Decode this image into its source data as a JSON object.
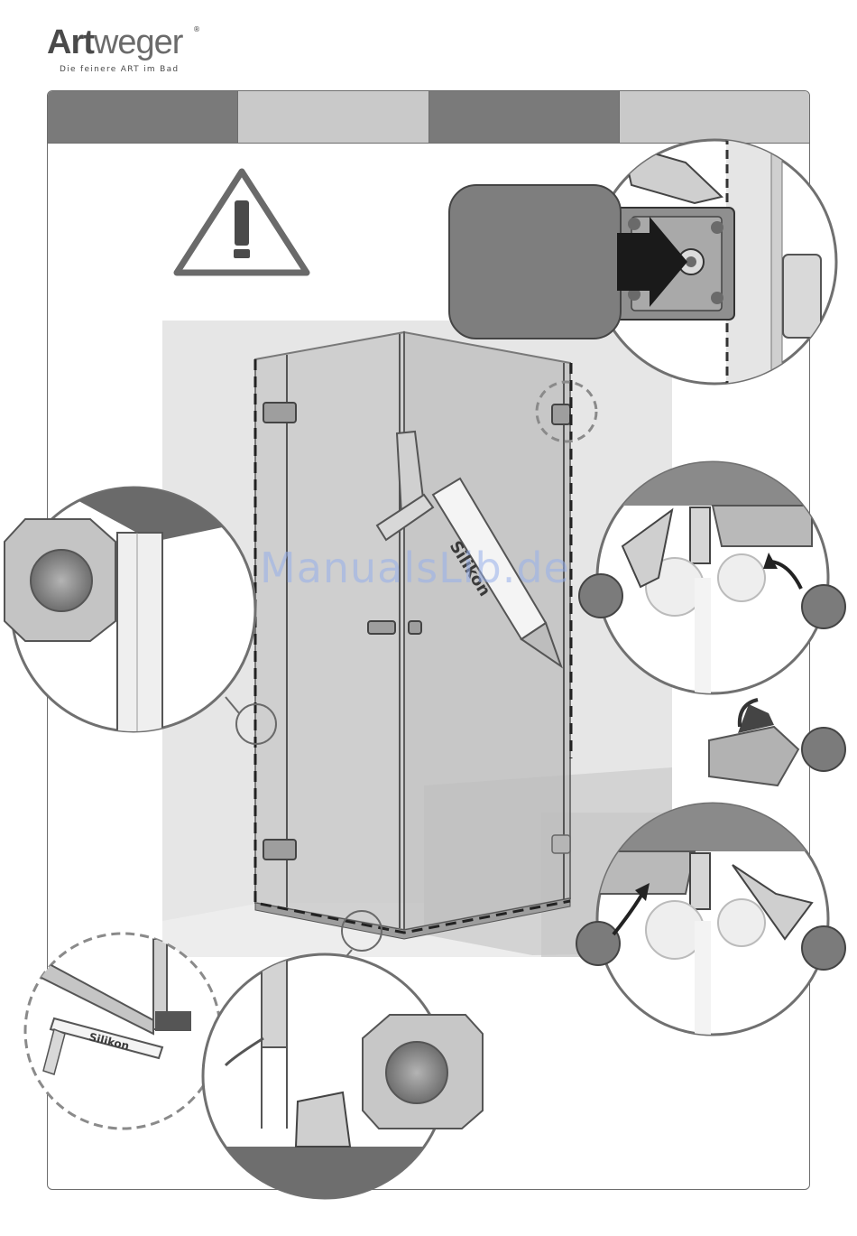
{
  "brand": {
    "name_bold": "Art",
    "name_light": "weger",
    "registered": "®",
    "tagline": "Die feinere ART im Bad"
  },
  "labels": {
    "silikon_main": "Silikon",
    "silikon_small": "Silikon"
  },
  "watermark": "ManualsLib.de",
  "colors": {
    "tab_dark": "#7a7a7a",
    "tab_light": "#c9c9c9",
    "outline": "#6d6d6d"
  },
  "icons": [
    "warning-icon",
    "arrow-right-icon",
    "curved-arrow-icon"
  ]
}
